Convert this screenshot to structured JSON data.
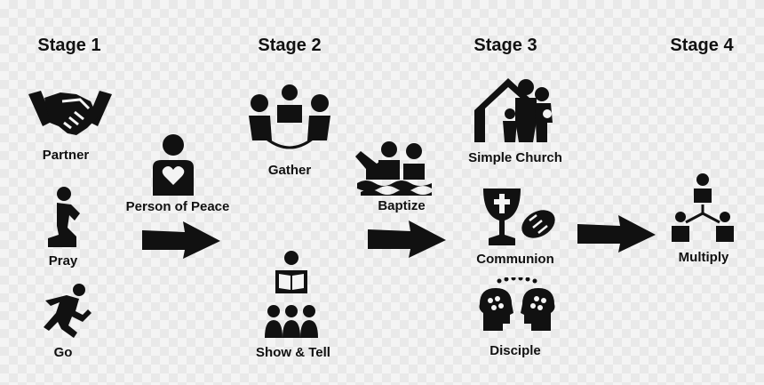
{
  "stages": [
    {
      "title": "Stage 1"
    },
    {
      "title": "Stage 2"
    },
    {
      "title": "Stage 3"
    },
    {
      "title": "Stage 4"
    }
  ],
  "nodes": {
    "partner": {
      "label": "Partner",
      "icon": "handshake-icon"
    },
    "pray": {
      "label": "Pray",
      "icon": "praying-person-icon"
    },
    "go": {
      "label": "Go",
      "icon": "running-person-icon"
    },
    "person_of_peace": {
      "label": "Person of Peace",
      "icon": "person-heart-icon"
    },
    "gather": {
      "label": "Gather",
      "icon": "group-circle-icon"
    },
    "show_and_tell": {
      "label": "Show & Tell",
      "icon": "person-reading-to-group-icon"
    },
    "baptize": {
      "label": "Baptize",
      "icon": "baptism-icon"
    },
    "simple_church": {
      "label": "Simple Church",
      "icon": "house-family-icon"
    },
    "communion": {
      "label": "Communion",
      "icon": "chalice-bread-icon"
    },
    "disciple": {
      "label": "Disciple",
      "icon": "heads-connection-icon"
    },
    "multiply": {
      "label": "Multiply",
      "icon": "hierarchy-people-icon"
    }
  },
  "colors": {
    "ink": "#111111",
    "background": "#f2f2f2"
  }
}
